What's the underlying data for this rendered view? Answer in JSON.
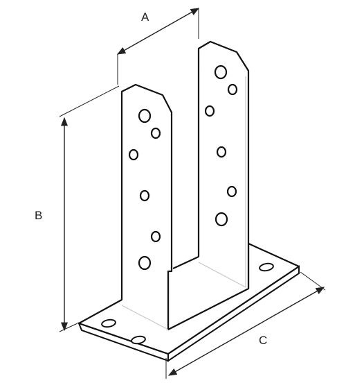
{
  "dimensions": {
    "a": "A",
    "b": "B",
    "c": "C"
  },
  "colors": {
    "outline": "#111111",
    "faint_edge": "#c8c8c8",
    "dimension_line": "#222222",
    "fill": "#ffffff"
  }
}
